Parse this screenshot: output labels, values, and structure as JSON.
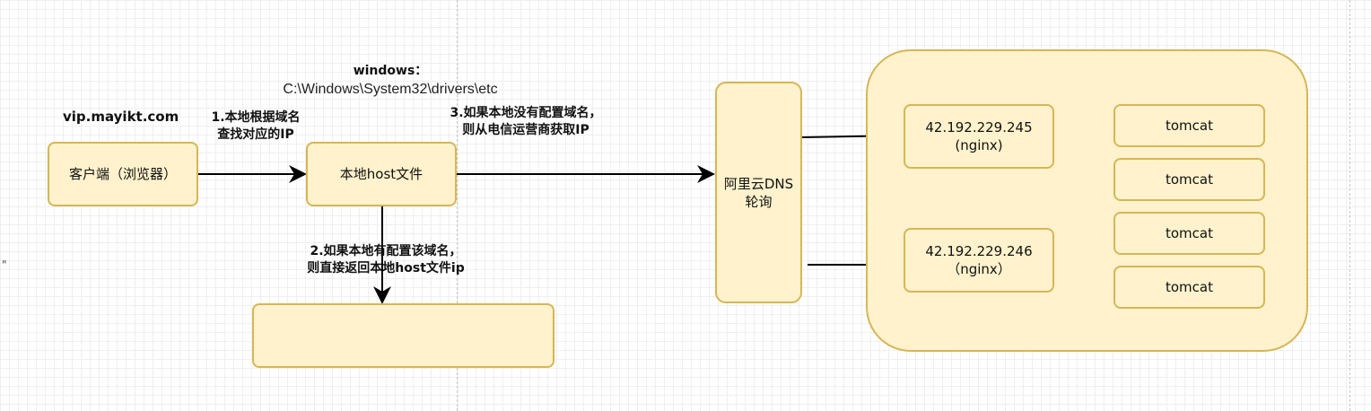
{
  "nodes": {
    "client": "客户端（浏览器）",
    "host_file": "本地host文件",
    "aliyun_dns": [
      "阿里云DNS",
      "轮询"
    ],
    "nginx1": [
      "42.192.229.245",
      "(nginx)"
    ],
    "nginx2": [
      "42.192.229.246",
      "（nginx）"
    ],
    "tomcats": [
      "tomcat",
      "tomcat",
      "tomcat",
      "tomcat"
    ],
    "empty_box": ""
  },
  "labels": {
    "domain": "vip.mayikt.com",
    "step1": [
      "1.本地根据域名",
      "查找对应的IP"
    ],
    "windows_title": "windows：",
    "windows_path": "C:\\Windows\\System32\\drivers\\etc",
    "step3": [
      "3.如果本地没有配置域名，",
      "则从电信运营商获取IP"
    ],
    "step2": [
      "2.如果本地有配置该域名，",
      "则直接返回本地host文件ip"
    ],
    "side_mark": "\""
  },
  "colors": {
    "box_fill": "#fff2cc",
    "box_border": "#d6b656",
    "arrow": "#000000"
  }
}
